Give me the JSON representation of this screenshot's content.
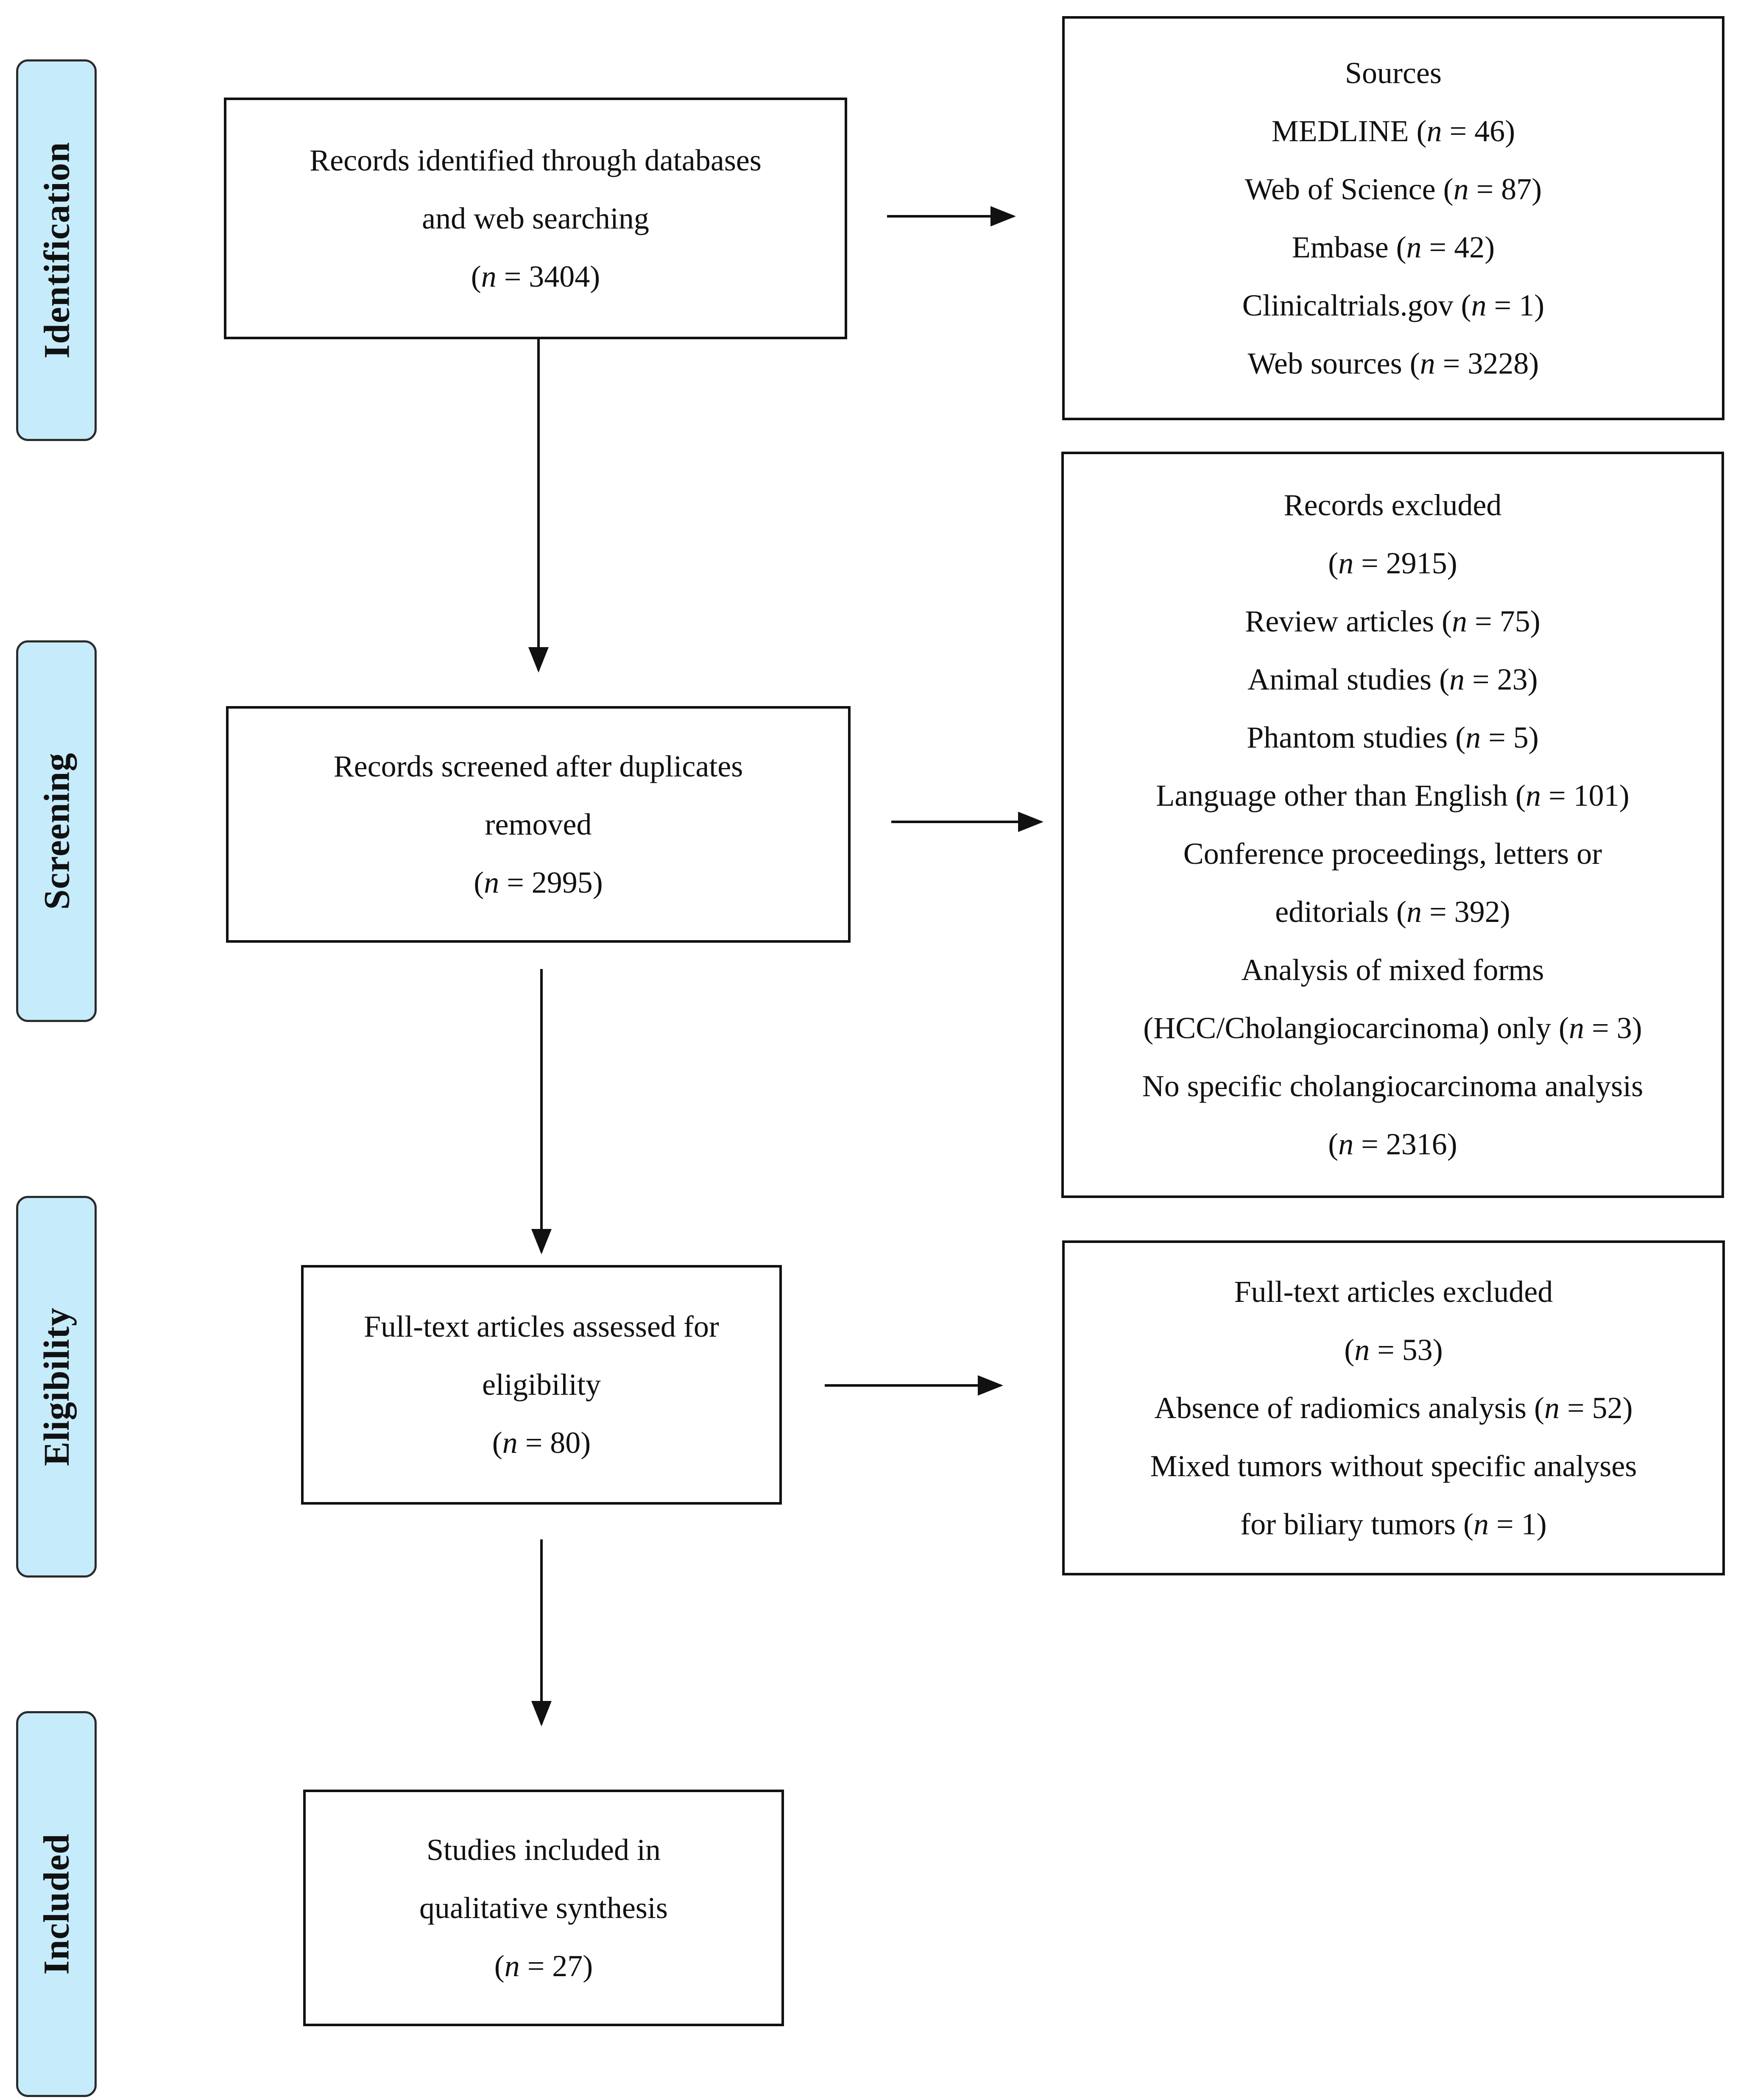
{
  "phases": {
    "identification": "Identification",
    "screening": "Screening",
    "eligibility": "Eligibility",
    "included": "Included"
  },
  "boxes": {
    "identified": {
      "line1": "Records identified through databases",
      "line2": "and web searching",
      "n": "3404"
    },
    "sources": {
      "title": "Sources",
      "items": [
        {
          "label": "MEDLINE",
          "n": "46"
        },
        {
          "label": "Web of Science",
          "n": "87"
        },
        {
          "label": "Embase",
          "n": "42"
        },
        {
          "label": "Clinicaltrials.gov",
          "n": "1"
        },
        {
          "label": "Web sources",
          "n": "3228"
        }
      ]
    },
    "screened": {
      "line1": "Records screened after duplicates",
      "line2": "removed",
      "n": "2995"
    },
    "excluded": {
      "title": "Records excluded",
      "n": "2915",
      "review": {
        "label": "Review articles",
        "n": "75"
      },
      "animal": {
        "label": "Animal studies",
        "n": "23"
      },
      "phantom": {
        "label": "Phantom studies",
        "n": "5"
      },
      "language": {
        "label": "Language other than English",
        "n": "101"
      },
      "conference_line1": "Conference proceedings, letters or",
      "conference": {
        "label": "editorials",
        "n": "392"
      },
      "mixed_line1": "Analysis of mixed forms",
      "mixed": {
        "label": "(HCC/Cholangiocarcinoma) only",
        "n": "3"
      },
      "nospecific_line1": "No specific cholangiocarcinoma analysis",
      "nospecific_n": "2316"
    },
    "fulltext": {
      "line1": "Full-text articles assessed for",
      "line2": "eligibility",
      "n": "80"
    },
    "fulltext_excluded": {
      "title": "Full-text articles excluded",
      "n": "53",
      "absence": {
        "label": "Absence of radiomics analysis",
        "n": "52"
      },
      "mixed_line1": "Mixed tumors without specific analyses",
      "biliary": {
        "label": "for biliary tumors",
        "n": "1"
      }
    },
    "included": {
      "line1": "Studies included in",
      "line2": "qualitative synthesis",
      "n": "27"
    }
  }
}
